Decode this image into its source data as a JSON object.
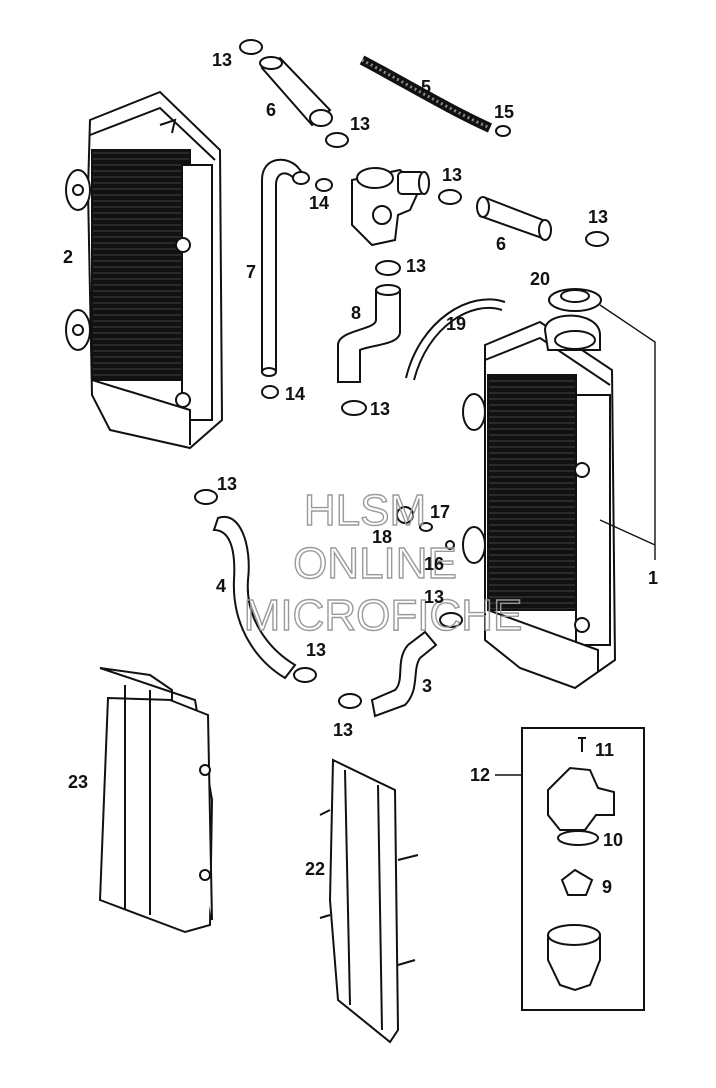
{
  "diagram": {
    "labels": {
      "p1": "1",
      "p2": "2",
      "p3": "3",
      "p4": "4",
      "p5": "5",
      "p6a": "6",
      "p6b": "6",
      "p7": "7",
      "p8": "8",
      "p9": "9",
      "p10": "10",
      "p11": "11",
      "p12": "12",
      "p13a": "13",
      "p13b": "13",
      "p13c": "13",
      "p13d": "13",
      "p13e": "13",
      "p13f": "13",
      "p13g": "13",
      "p13h": "13",
      "p13i": "13",
      "p13j": "13",
      "p14a": "14",
      "p14b": "14",
      "p15": "15",
      "p16": "16",
      "p17": "17",
      "p18": "18",
      "p19": "19",
      "p20": "20",
      "p22": "22",
      "p23": "23"
    },
    "watermark": [
      "HLSM",
      "ONLINE",
      "MICROFICHE"
    ]
  }
}
